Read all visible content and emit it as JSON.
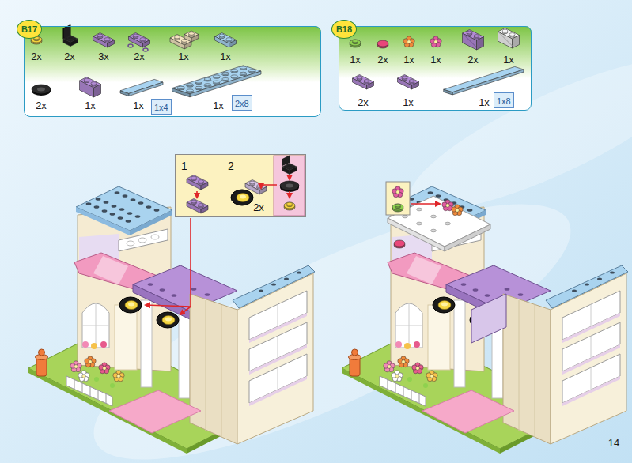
{
  "diagram": {
    "nodes": [
      {
        "text": [
          "B17"
        ]
      },
      {
        "text": [
          "1x4"
        ],
        "in": 0
      },
      {
        "text": [
          "2x8"
        ],
        "in": 0
      },
      {
        "text": [
          "B18"
        ]
      },
      {
        "text": [
          "1x8"
        ],
        "in": 3
      },
      {
        "text": [
          "1",
          "2",
          "2x"
        ]
      }
    ],
    "labels": [
      "2x",
      "2x",
      "3x",
      "2x",
      "1x",
      "1x",
      "2x",
      "1x",
      "1x",
      "1x",
      "1x",
      "2x",
      "1x",
      "1x",
      "2x",
      "1x",
      "2x",
      "1x",
      "1x",
      "14"
    ]
  }
}
